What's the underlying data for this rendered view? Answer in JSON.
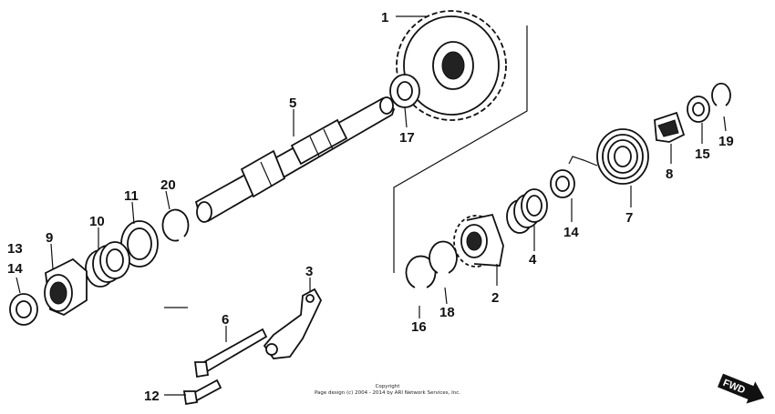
{
  "diagram": {
    "callouts": [
      "1",
      "2",
      "3",
      "4",
      "5",
      "6",
      "7",
      "8",
      "9",
      "10",
      "11",
      "12",
      "13",
      "14",
      "14",
      "15",
      "16",
      "17",
      "18",
      "19",
      "20"
    ],
    "copyright_line1": "Copyright",
    "copyright_line2": "Page design (c) 2004 - 2014 by ARI Network Services, Inc.",
    "fwd_label": "FWD"
  }
}
